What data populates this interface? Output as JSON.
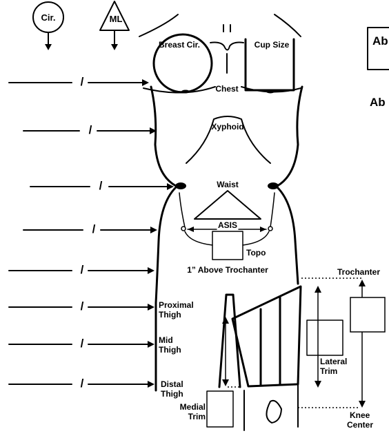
{
  "header": {
    "cir": "Cir.",
    "ml": "ML"
  },
  "labels": {
    "breast_cir": "Breast Cir.",
    "cup_size": "Cup Size",
    "chest": "Chest",
    "xyphoid": "Xyphoid",
    "waist": "Waist",
    "asis": "ASIS",
    "topo": "Topo",
    "above_trochanter": "1” Above Trochanter",
    "proximal_thigh": [
      "Proximal",
      "Thigh"
    ],
    "mid_thigh": [
      "Mid",
      "Thigh"
    ],
    "distal_thigh": [
      "Distal",
      "Thigh"
    ],
    "medial_trim": [
      "Medial",
      "Trim"
    ],
    "lateral_trim": [
      "Lateral",
      "Trim"
    ],
    "trochanter": "Trochanter",
    "knee_center": [
      "Knee",
      "Center"
    ],
    "clipped_ab1": "Ab",
    "clipped_ab2": "Ab"
  },
  "measurement_rows": [
    {
      "id": "chest"
    },
    {
      "id": "xyphoid"
    },
    {
      "id": "waist"
    },
    {
      "id": "asis"
    },
    {
      "id": "above-trochanter"
    },
    {
      "id": "proximal-thigh"
    },
    {
      "id": "mid-thigh"
    },
    {
      "id": "distal-thigh"
    }
  ],
  "separator": "/"
}
